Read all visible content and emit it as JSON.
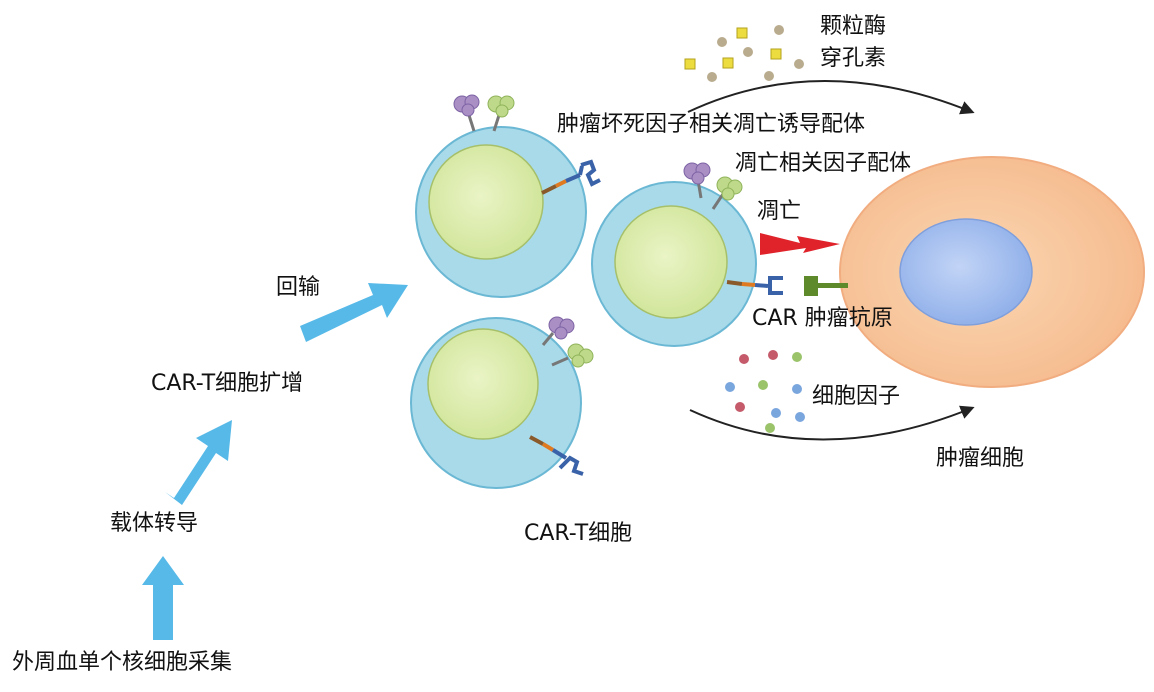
{
  "labels": {
    "pbmc_collection": "外周血单个核细胞采集",
    "vector_transduction": "载体转导",
    "car_t_expansion": "CAR-T细胞扩增",
    "reinfusion": "回输",
    "car_t_cells": "CAR-T细胞",
    "granzyme": "颗粒酶",
    "perforin": "穿孔素",
    "trail": "肿瘤坏死因子相关凋亡诱导配体",
    "fasl": "凋亡相关因子配体",
    "apoptosis": "凋亡",
    "car_antigen": "CAR 肿瘤抗原",
    "cytokines": "细胞因子",
    "tumor_cell": "肿瘤细胞"
  },
  "colors": {
    "t_cell_body": "#a9daea",
    "t_cell_nucleus": "#d8e9a6",
    "tumor_body": "#f8c79e",
    "tumor_nucleus": "#a6bff0",
    "process_arrow": "#57b9e8",
    "apoptosis_bolt": "#e0232b",
    "antigen": "#5f8a2c",
    "receptor_purple": "#a98fc4",
    "receptor_green": "#bfd98a",
    "car_receptor": "#3a62a8"
  }
}
